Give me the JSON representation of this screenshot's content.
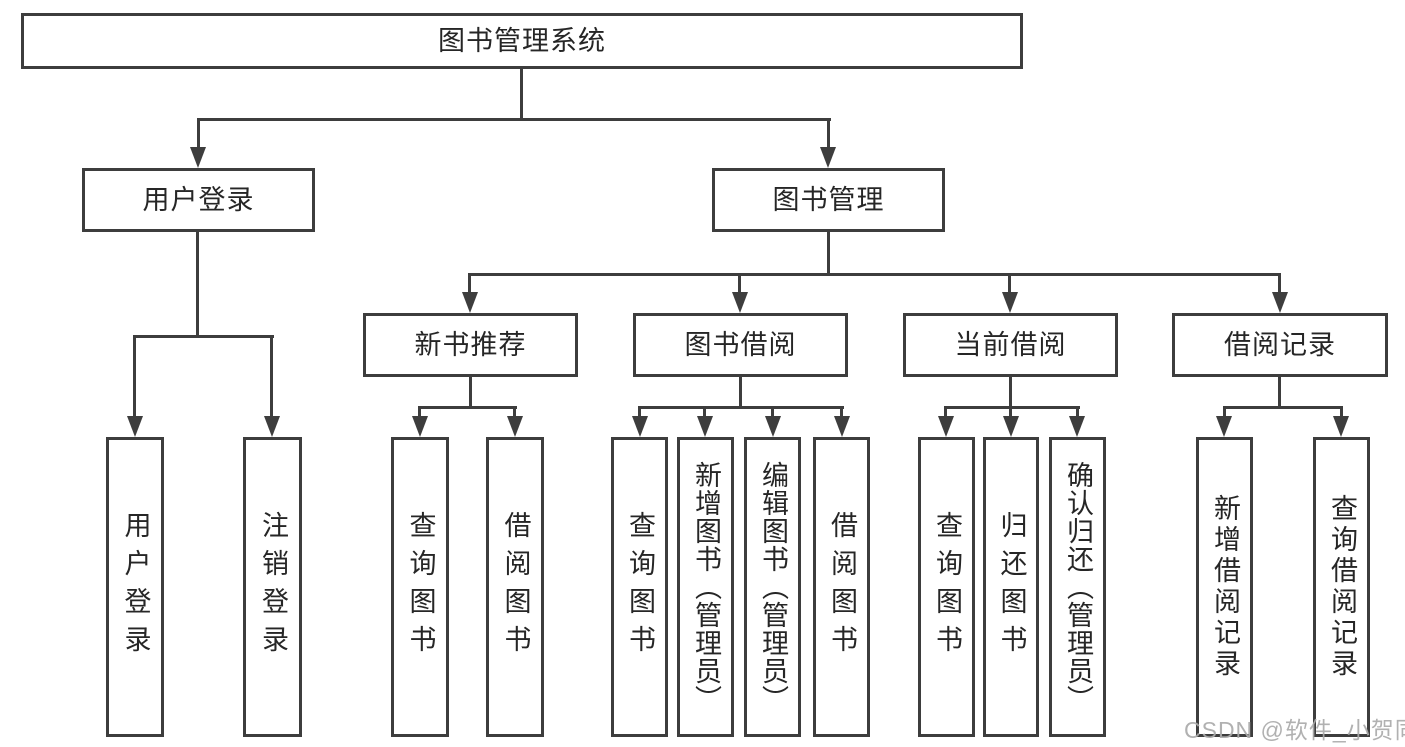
{
  "diagram": {
    "title": "图书管理系统",
    "root": {
      "label": "图书管理系统"
    },
    "level2": [
      {
        "label": "用户登录"
      },
      {
        "label": "图书管理"
      }
    ],
    "level3": [
      {
        "label": "新书推荐"
      },
      {
        "label": "图书借阅"
      },
      {
        "label": "当前借阅"
      },
      {
        "label": "借阅记录"
      }
    ],
    "leaves": [
      {
        "label": "用户登录",
        "parent": "用户登录"
      },
      {
        "label": "注销登录",
        "parent": "用户登录"
      },
      {
        "label": "查询图书",
        "parent": "新书推荐"
      },
      {
        "label": "借阅图书",
        "parent": "新书推荐"
      },
      {
        "label": "查询图书",
        "parent": "图书借阅"
      },
      {
        "label": "新增图书（管理员）",
        "parent": "图书借阅"
      },
      {
        "label": "编辑图书（管理员）",
        "parent": "图书借阅"
      },
      {
        "label": "借阅图书",
        "parent": "图书借阅"
      },
      {
        "label": "查询图书",
        "parent": "当前借阅"
      },
      {
        "label": "归还图书",
        "parent": "当前借阅"
      },
      {
        "label": "确认归还（管理员）",
        "parent": "当前借阅"
      },
      {
        "label": "新增借阅记录",
        "parent": "借阅记录"
      },
      {
        "label": "查询借阅记录",
        "parent": "借阅记录"
      }
    ]
  },
  "watermark": {
    "text": "CSDN @软件_小贺同学"
  },
  "colors": {
    "line": "#3d3d3d",
    "text": "#262626",
    "watermark": "#ababab",
    "background": "#ffffff"
  }
}
